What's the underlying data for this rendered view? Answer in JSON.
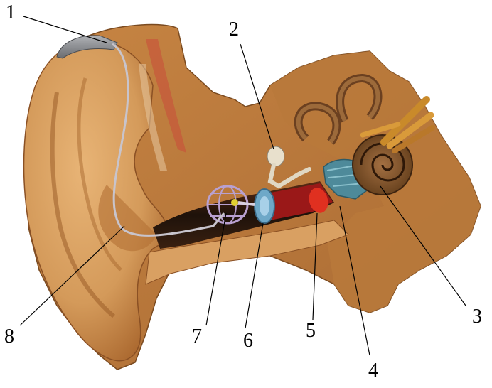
{
  "labels": {
    "l1": "1",
    "l2": "2",
    "l3": "3",
    "l4": "4",
    "l5": "5",
    "l6": "6",
    "l7": "7",
    "l8": "8"
  },
  "colors": {
    "skin": "#d9a062",
    "skin_dark": "#b77a3a",
    "cut_surface": "#c98a4a",
    "canal_dark": "#2a1a10",
    "eardrum_red": "#b01a1a",
    "device_gray": "#8a8c90",
    "wire": "#c8c4cc",
    "cochlea": "#8a5a2a",
    "nerve": "#d89a3a",
    "speaker_blue": "#6ea8c8",
    "cage_purple": "#b8a0d0",
    "oval_red": "#e03020"
  }
}
